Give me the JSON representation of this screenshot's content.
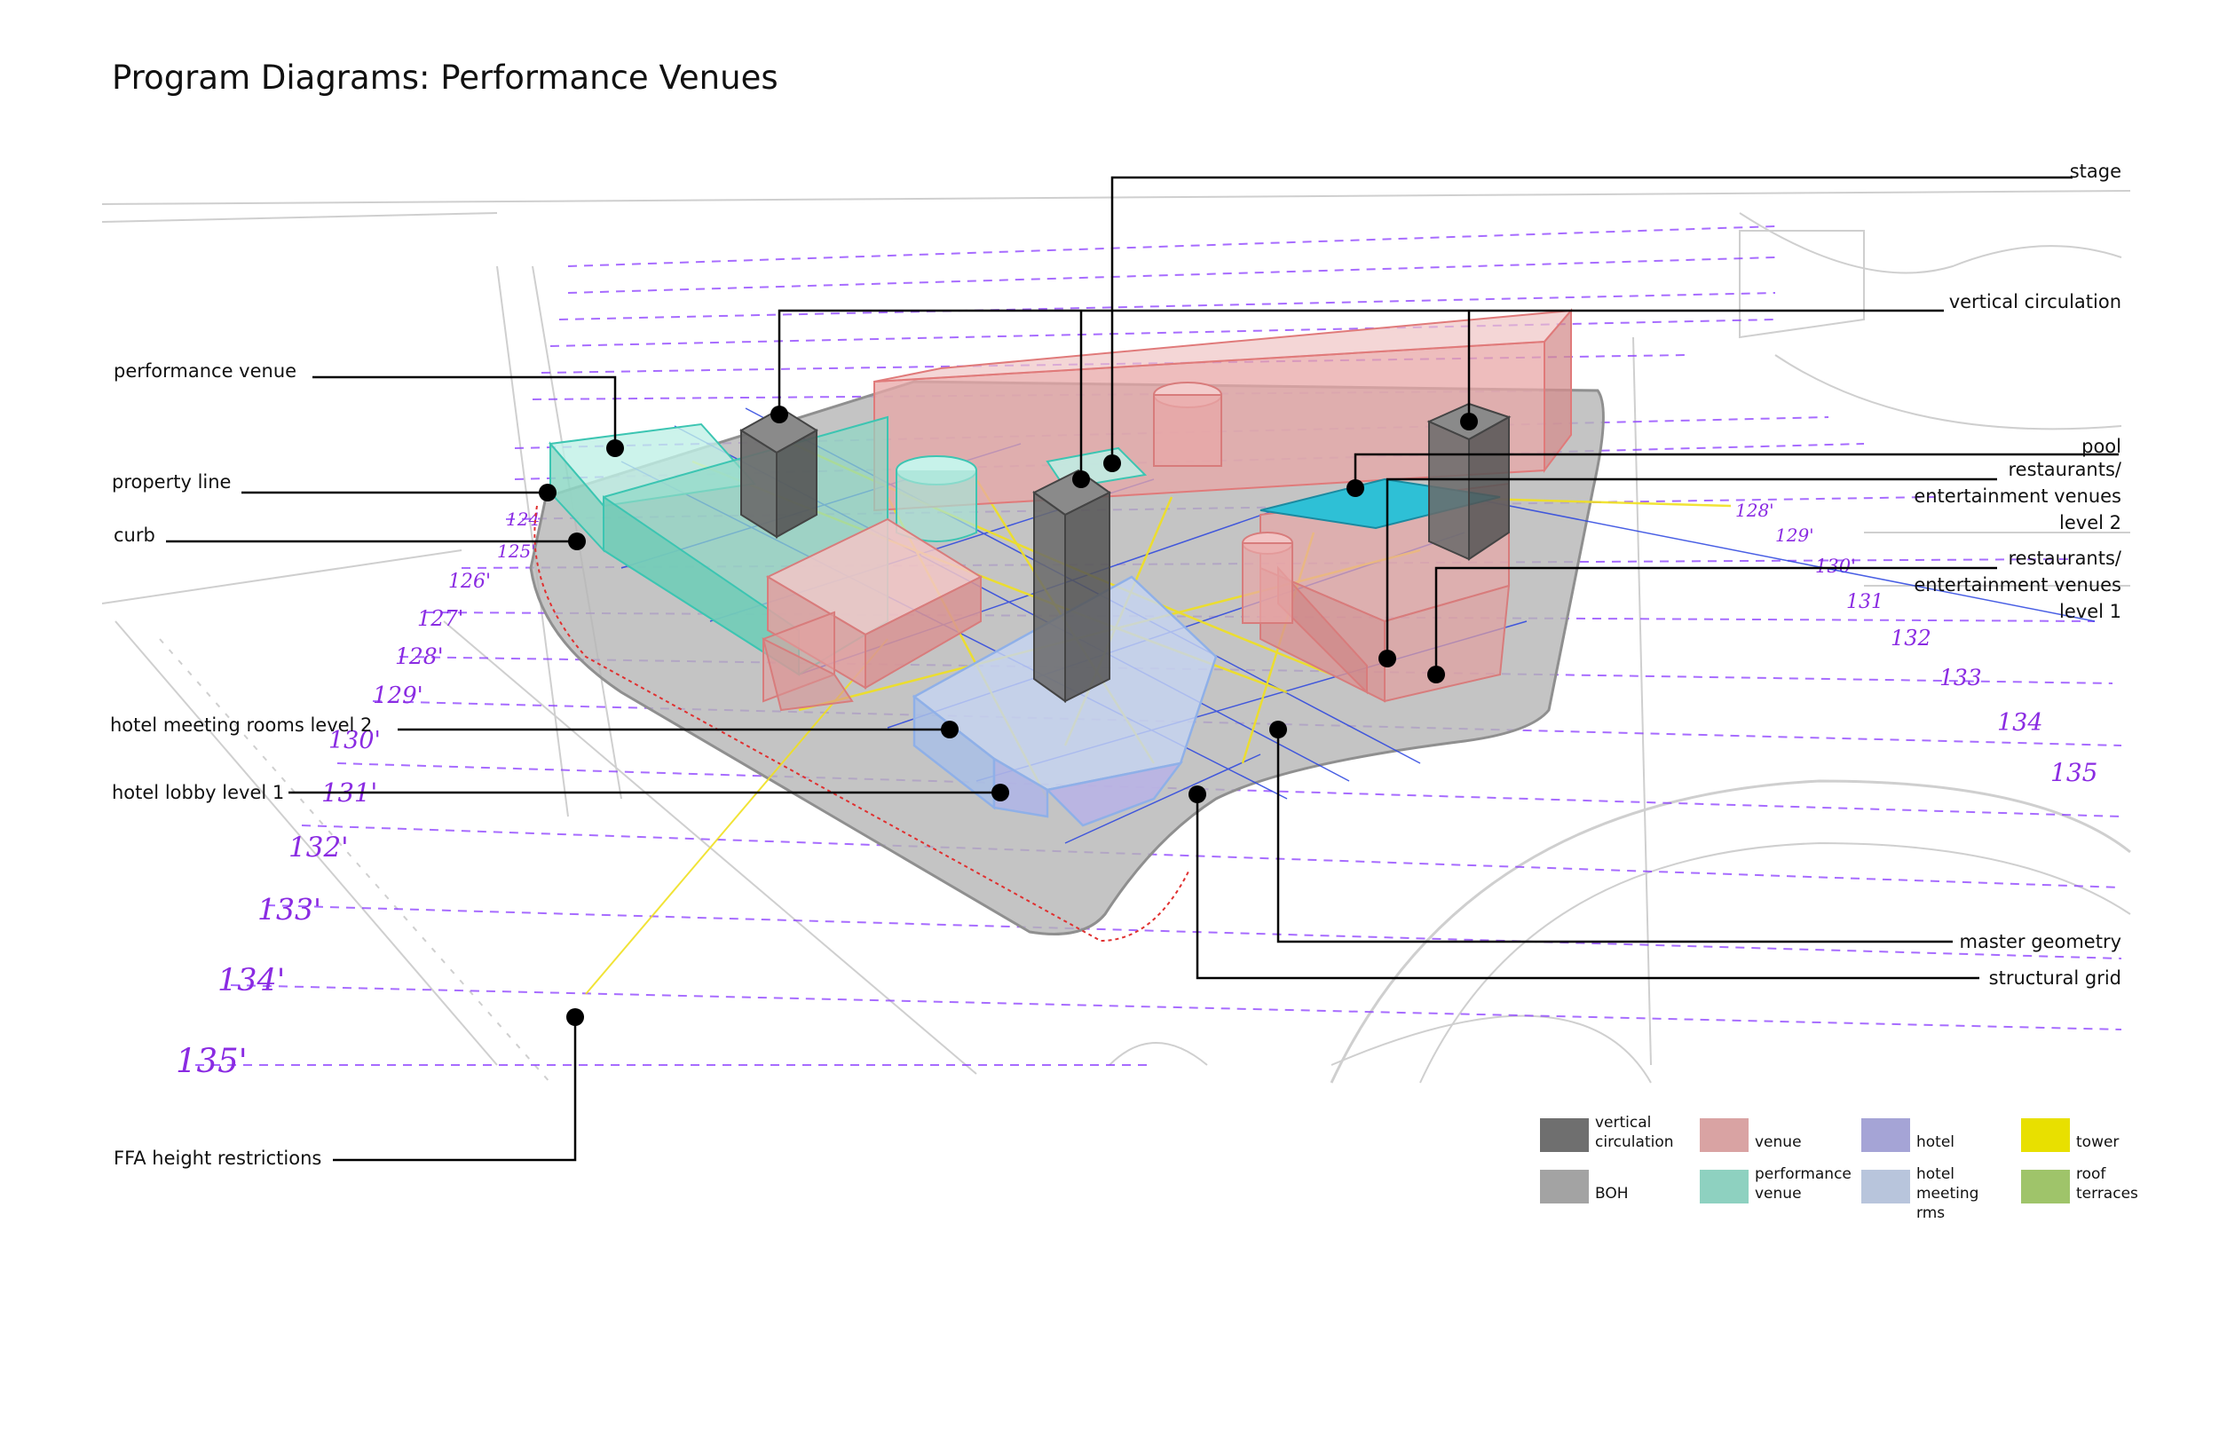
{
  "title": "Program Diagrams: Performance Venues",
  "callouts": {
    "stage": "stage",
    "vertical_circulation": "vertical circulation",
    "performance_venue": "performance venue",
    "property_line": "property line",
    "curb": "curb",
    "pool": "pool",
    "restaurants_l2_a": "restaurants/",
    "restaurants_l2_b": "entertainment venues",
    "restaurants_l2_c": "level 2",
    "restaurants_l1_a": "restaurants/",
    "restaurants_l1_b": "entertainment venues",
    "restaurants_l1_c": "level 1",
    "hotel_meeting_rooms": "hotel meeting rooms level 2",
    "hotel_lobby": "hotel lobby level 1",
    "master_geometry": "master geometry",
    "structural_grid": "structural grid",
    "ffa": "FFA height restrictions"
  },
  "height_contours": [
    "124'",
    "125'",
    "126'",
    "127'",
    "128'",
    "129'",
    "130'",
    "131'",
    "132'",
    "133'",
    "134'",
    "135'"
  ],
  "height_contours_right": [
    "128'",
    "129'",
    "130'",
    "131",
    "132",
    "133",
    "134",
    "135"
  ],
  "legend": [
    {
      "label": "vertical\ncirculation",
      "color": "#6f6f6f"
    },
    {
      "label": "venue",
      "color": "#d9a3a3"
    },
    {
      "label": "hotel",
      "color": "#a5a4d6"
    },
    {
      "label": "tower",
      "color": "#e8e000"
    },
    {
      "label": "BOH",
      "color": "#a3a3a3"
    },
    {
      "label": "performance\nvenue",
      "color": "#8ed1c0"
    },
    {
      "label": "hotel\nmeeting rms",
      "color": "#b8c5dc"
    },
    {
      "label": "roof\nterraces",
      "color": "#9fc46a"
    }
  ]
}
